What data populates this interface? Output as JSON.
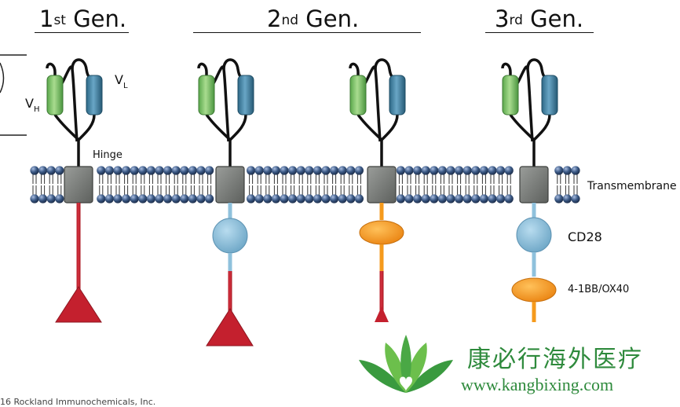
{
  "generations": [
    {
      "number": "1",
      "suffix": "st",
      "label": "Gen."
    },
    {
      "number": "2",
      "suffix": "nd",
      "label": "Gen."
    },
    {
      "number": "3",
      "suffix": "rd",
      "label": "Gen."
    }
  ],
  "labels": {
    "vh_main": "V",
    "vh_sub": "H",
    "vl_main": "V",
    "vl_sub": "L",
    "hinge": "Hinge",
    "transmembrane": "Transmembrane",
    "cd28": "CD28",
    "costim": "4-1BB/OX40"
  },
  "watermark": {
    "chinese": "康必行海外医疗",
    "url": "www.kangbixing.com"
  },
  "copyright": "16 Rockland Immunochemicals, Inc.",
  "colors": {
    "vh": "#7cc36a",
    "vl": "#3f7fa0",
    "transmembrane_box": "#7c7f7c",
    "lipid_head": "#3c5a86",
    "cd28": "#8fc1dc",
    "costim": "#f59a1c",
    "signal_red": "#c4202e",
    "watermark_green": "#2e8a3c"
  }
}
